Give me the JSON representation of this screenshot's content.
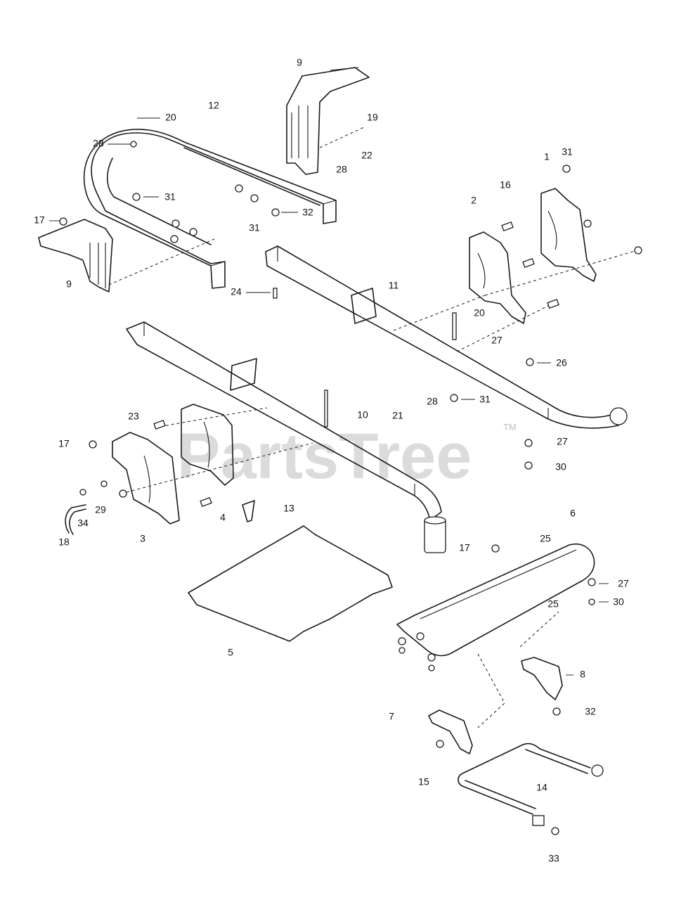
{
  "watermark": {
    "text": "PartsTree",
    "tm": "TM"
  },
  "callouts": [
    {
      "id": "c9a",
      "label": "9"
    },
    {
      "id": "c12",
      "label": "12"
    },
    {
      "id": "c20a",
      "label": "20"
    },
    {
      "id": "c19",
      "label": "19"
    },
    {
      "id": "c28a",
      "label": "28"
    },
    {
      "id": "c22",
      "label": "22"
    },
    {
      "id": "c28b",
      "label": "28"
    },
    {
      "id": "c1",
      "label": "1"
    },
    {
      "id": "c31a",
      "label": "31"
    },
    {
      "id": "c16",
      "label": "16"
    },
    {
      "id": "c2",
      "label": "2"
    },
    {
      "id": "c31b",
      "label": "31"
    },
    {
      "id": "c32a",
      "label": "32"
    },
    {
      "id": "c17a",
      "label": "17"
    },
    {
      "id": "c31c",
      "label": "31"
    },
    {
      "id": "c9b",
      "label": "9"
    },
    {
      "id": "c24",
      "label": "24"
    },
    {
      "id": "c11",
      "label": "11"
    },
    {
      "id": "c20b",
      "label": "20"
    },
    {
      "id": "c27a",
      "label": "27"
    },
    {
      "id": "c26",
      "label": "26"
    },
    {
      "id": "c21",
      "label": "21"
    },
    {
      "id": "c28c",
      "label": "28"
    },
    {
      "id": "c31d",
      "label": "31"
    },
    {
      "id": "c10",
      "label": "10"
    },
    {
      "id": "c23",
      "label": "23"
    },
    {
      "id": "c17b",
      "label": "17"
    },
    {
      "id": "c27b",
      "label": "27"
    },
    {
      "id": "c30a",
      "label": "30"
    },
    {
      "id": "c29",
      "label": "29"
    },
    {
      "id": "c34",
      "label": "34"
    },
    {
      "id": "c18",
      "label": "18"
    },
    {
      "id": "c4",
      "label": "4"
    },
    {
      "id": "c13",
      "label": "13"
    },
    {
      "id": "c3",
      "label": "3"
    },
    {
      "id": "c6",
      "label": "6"
    },
    {
      "id": "c17c",
      "label": "17"
    },
    {
      "id": "c25a",
      "label": "25"
    },
    {
      "id": "c27c",
      "label": "27"
    },
    {
      "id": "c30b",
      "label": "30"
    },
    {
      "id": "c25b",
      "label": "25"
    },
    {
      "id": "c5",
      "label": "5"
    },
    {
      "id": "c8",
      "label": "8"
    },
    {
      "id": "c7",
      "label": "7"
    },
    {
      "id": "c32b",
      "label": "32"
    },
    {
      "id": "c15",
      "label": "15"
    },
    {
      "id": "c14",
      "label": "14"
    },
    {
      "id": "c33",
      "label": "33"
    }
  ]
}
